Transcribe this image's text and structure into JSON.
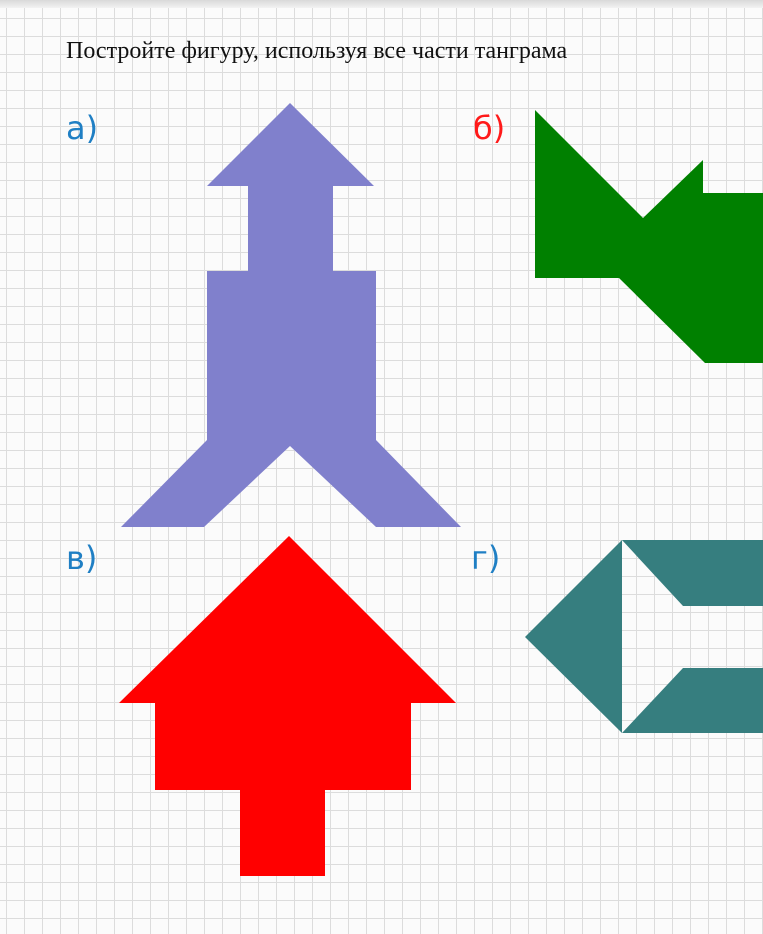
{
  "task": {
    "title": "Постройте фигуру, используя все части танграма"
  },
  "figures": [
    {
      "label": "а)",
      "label_color": "#1f7fc4",
      "shape": "arrow-tower",
      "fill": "#8080cc"
    },
    {
      "label": "б)",
      "label_color": "#ff1a1a",
      "shape": "cat-like",
      "fill": "#008000"
    },
    {
      "label": "в)",
      "label_color": "#1f7fc4",
      "shape": "house-arrow",
      "fill": "#ff0000"
    },
    {
      "label": "г)",
      "label_color": "#1f7fc4",
      "shape": "bracket-c",
      "fill": "#367e7f"
    }
  ],
  "colors": {
    "grid_line": "#dcdcdc",
    "background": "#fbfbfb"
  }
}
